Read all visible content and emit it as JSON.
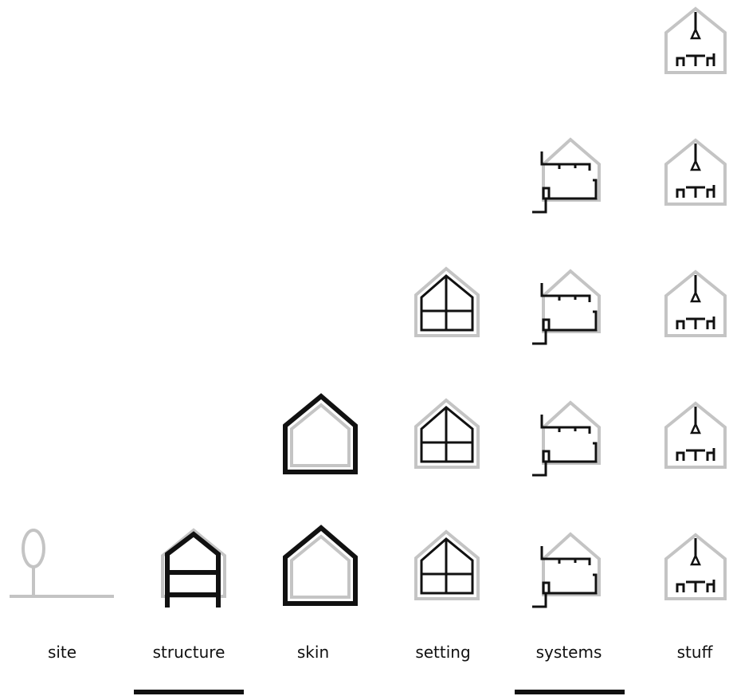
{
  "layers": [
    {
      "id": "site",
      "label": "site",
      "icon": "tree-icon"
    },
    {
      "id": "structure",
      "label": "structure",
      "icon": "house-structure-icon"
    },
    {
      "id": "skin",
      "label": "skin",
      "icon": "house-skin-icon"
    },
    {
      "id": "setting",
      "label": "setting",
      "icon": "house-setting-icon"
    },
    {
      "id": "systems",
      "label": "systems",
      "icon": "house-systems-icon"
    },
    {
      "id": "stuff",
      "label": "stuff",
      "icon": "house-stuff-icon"
    }
  ],
  "underlined_layers": [
    "structure",
    "systems"
  ],
  "colors": {
    "outline_gray": "#c4c4c4",
    "ink": "#111111",
    "background": "#ffffff"
  }
}
